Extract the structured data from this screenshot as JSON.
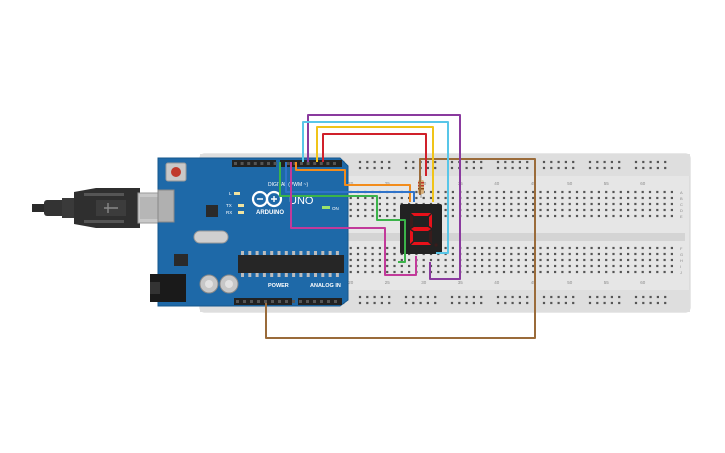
{
  "arduino": {
    "brand": "ARDUINO",
    "model": "UNO",
    "power_label": "POWER",
    "analog_label": "ANALOG IN",
    "digital_label": "DIGITAL (PWM ~)",
    "on_label": "ON",
    "tx_label": "TX",
    "rx_label": "RX",
    "l_label": "L"
  },
  "breadboard": {
    "column_numbers": [
      "1",
      "5",
      "10",
      "15",
      "20",
      "25",
      "30",
      "35",
      "40",
      "45",
      "50",
      "55",
      "60"
    ],
    "row_letters_top": [
      "A",
      "B",
      "C",
      "D",
      "E"
    ],
    "row_letters_bottom": [
      "F",
      "G",
      "H",
      "I",
      "J"
    ]
  },
  "display": {
    "digit": "2",
    "segment_color": "#e8111a"
  },
  "colors": {
    "board": "#1e69a8",
    "breadboard": "#e6e6e6",
    "wire_purple": "#8a3a9e",
    "wire_cyan": "#58c6e8",
    "wire_yellow": "#f0c419",
    "wire_red": "#d0202a",
    "wire_orange": "#f28c1c",
    "wire_blue": "#2f73c9",
    "wire_green": "#3bb34a",
    "wire_magenta": "#c23a9a",
    "wire_brown": "#9a6b3a"
  },
  "icons": [
    "usb-cable-icon",
    "reset-button-icon",
    "arduino-logo-icon",
    "seven-segment-display-icon",
    "resistor-icon"
  ]
}
